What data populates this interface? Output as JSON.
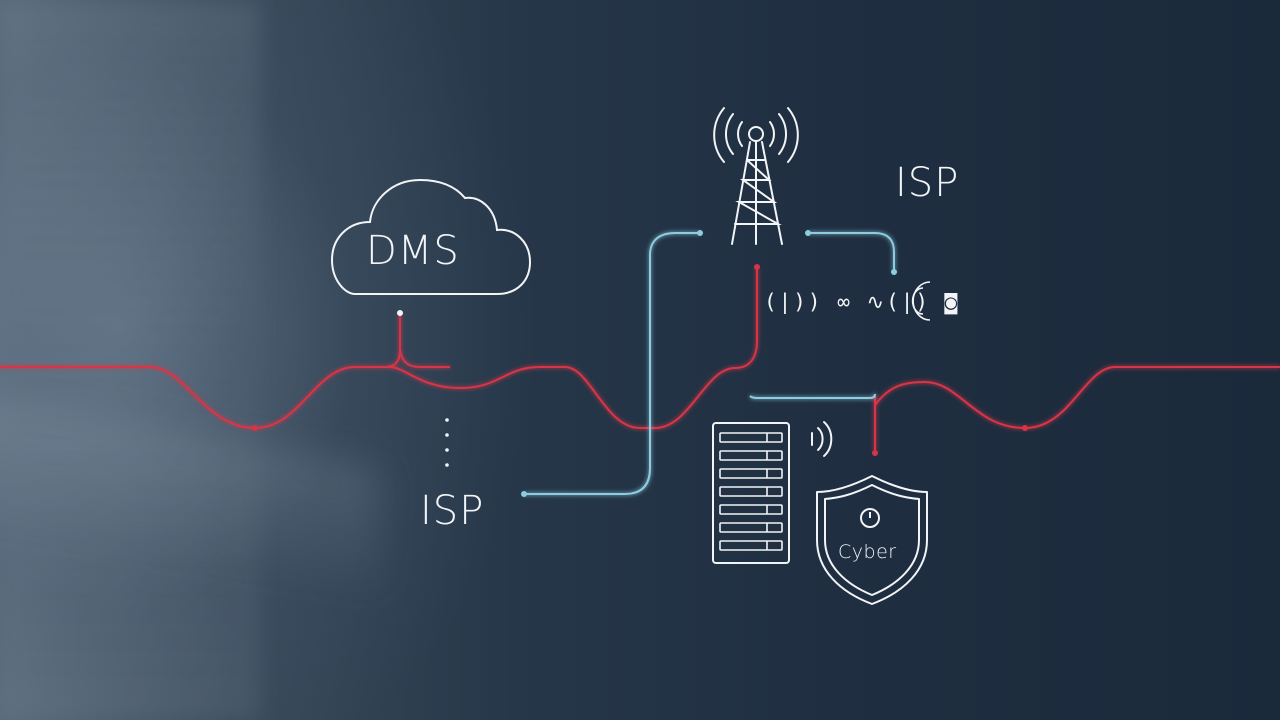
{
  "labels": {
    "cloud": "DMS",
    "isp_top": "ISP",
    "isp_bottom": "ISP",
    "shield": "Cyber",
    "signal_glyphs": "(|)) ∞ ∿(|) ◙"
  },
  "colors": {
    "background": "#1c2b3b",
    "red_line": "#d93446",
    "blue_line": "#8ccde0",
    "icon_stroke": "#f2f4f7"
  },
  "icons": [
    "cloud-icon",
    "antenna-tower-icon",
    "server-rack-icon",
    "shield-icon",
    "signal-waves-icon"
  ]
}
